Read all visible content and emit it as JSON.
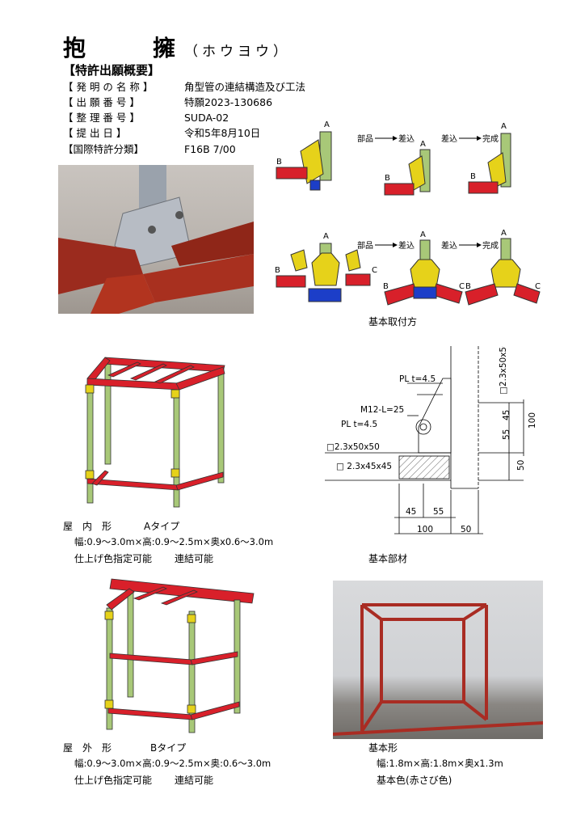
{
  "header": {
    "title_1": "抱",
    "title_2": "擁",
    "reading": "（ホウヨウ）"
  },
  "section_title": "【特許出願概要】",
  "fields": [
    {
      "label": "【 発 明 の 名 称 】",
      "value": "角型管の連結構造及び工法"
    },
    {
      "label": "【 出 願 番 号 】",
      "value": "特願2023-130686"
    },
    {
      "label": "【 整 理 番 号 】",
      "value": "SUDA-02"
    },
    {
      "label": "【 提 出 日 】",
      "value": "令和5年8月10日"
    },
    {
      "label": "【国際特許分類】",
      "value": "F16B 7/00"
    }
  ],
  "assembly": {
    "caption": "基本取付方",
    "labels": {
      "a": "A",
      "b": "B",
      "c": "C"
    },
    "step1": "部品",
    "step2": "差込",
    "step3": "完成"
  },
  "drawing": {
    "caption": "基本部材",
    "pl_top": "PL t=4.5",
    "bolt": "M12-L=25",
    "pl_mid": "PL t=4.5",
    "tube_v": "□2.3x50x50",
    "tube_h1": "□2.3x50x50",
    "tube_h2": "□ 2.3x45x45",
    "dims": {
      "d45": "45",
      "d55": "55",
      "d100": "100",
      "d50": "50"
    }
  },
  "type_a": {
    "name": "屋　内　形",
    "type": "Aタイプ",
    "size": "幅:0.9～3.0m×高:0.9～2.5m×奥x0.6～3.0m",
    "opt1": "仕上げ色指定可能",
    "opt2": "連結可能"
  },
  "type_b": {
    "name": "屋　外　形",
    "type": "Bタイプ",
    "size": "幅:0.9～3.0m×高:0.9～2.5m×奥:0.6～3.0m",
    "opt1": "仕上げ色指定可能",
    "opt2": "連結可能"
  },
  "basic": {
    "name": "基本形",
    "size": "幅:1.8m×高:1.8m×奥x1.3m",
    "color": "基本色(赤さび色)"
  },
  "colors": {
    "red": "#d8202a",
    "rust": "#9c2a1c",
    "green": "#a8c878",
    "yellow": "#e6d21a",
    "blue": "#1c3ec8"
  }
}
